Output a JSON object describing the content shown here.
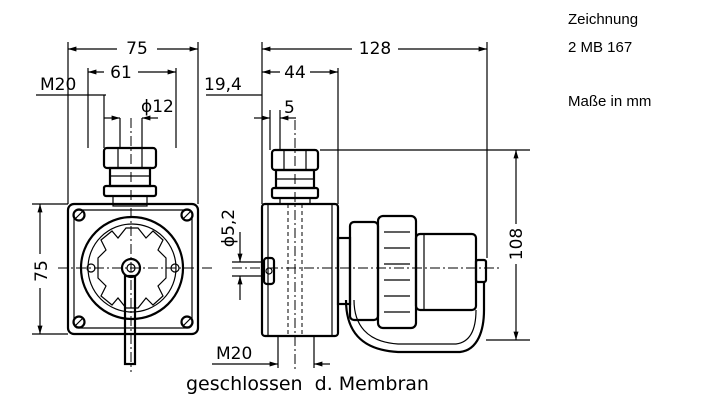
{
  "info": {
    "line1": "Zeichnung",
    "line2": "2 MB 167",
    "line3": "Maße in mm"
  },
  "dims": {
    "front_width": "75",
    "front_thread_span": "61",
    "front_thread": "M20",
    "front_diameter": "ϕ12",
    "front_height": "75",
    "side_length": "128",
    "side_offset": "19,4",
    "side_body": "44",
    "side_step": "5",
    "side_hole": "ϕ5,2",
    "side_height": "108",
    "side_thread": "M20"
  },
  "caption": "geschlossen  d. Membran"
}
